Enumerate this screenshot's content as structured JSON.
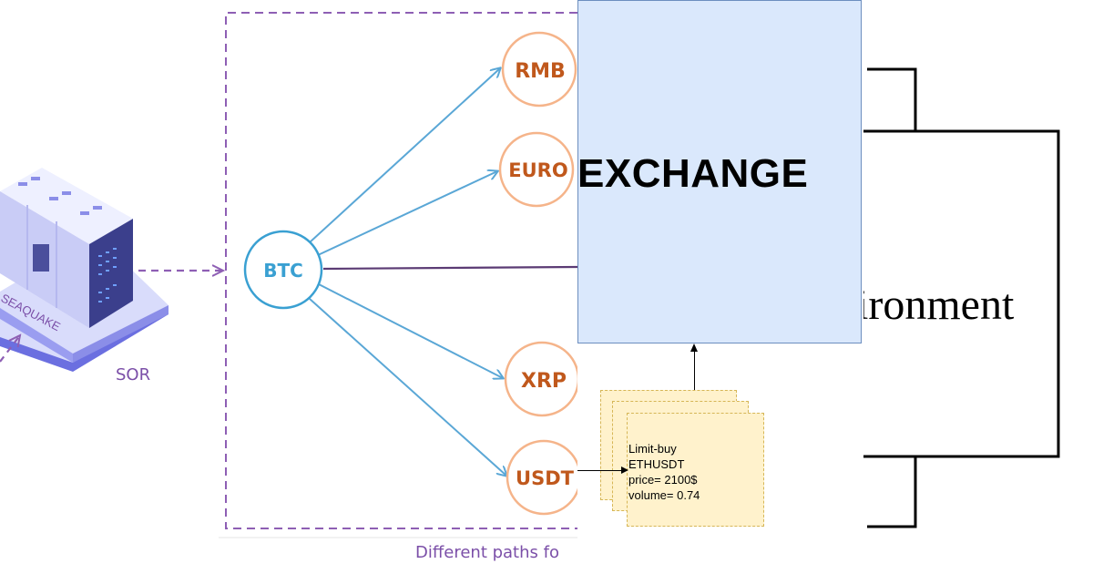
{
  "left_diagram": {
    "server_label": "SEAQUAKE",
    "sor_label": "SOR",
    "source_node": "BTC",
    "currency_nodes": [
      "RMB",
      "EURO",
      "XRP",
      "USDT"
    ],
    "caption": "Different paths fo",
    "colors": {
      "purple_dashed": "#8e5fb4",
      "blue_arrow": "#5aa7d6",
      "btc_circle": "#3aa0d2",
      "currency_circle": "#f5b48a",
      "currency_text": "#c0581c",
      "main_line": "#5b3b74"
    }
  },
  "exchange": {
    "title": "EXCHANGE",
    "order": {
      "line1": "Limit-buy",
      "line2": "ETHUSDT",
      "line3": "price= 2100$",
      "line4": "volume= 0.74"
    },
    "colors": {
      "box_fill": "#dae8fc",
      "box_border": "#6c8ebf",
      "card_fill": "#fff2cc",
      "card_border": "#d6b656"
    }
  },
  "right_diagram": {
    "label": "ironment"
  }
}
